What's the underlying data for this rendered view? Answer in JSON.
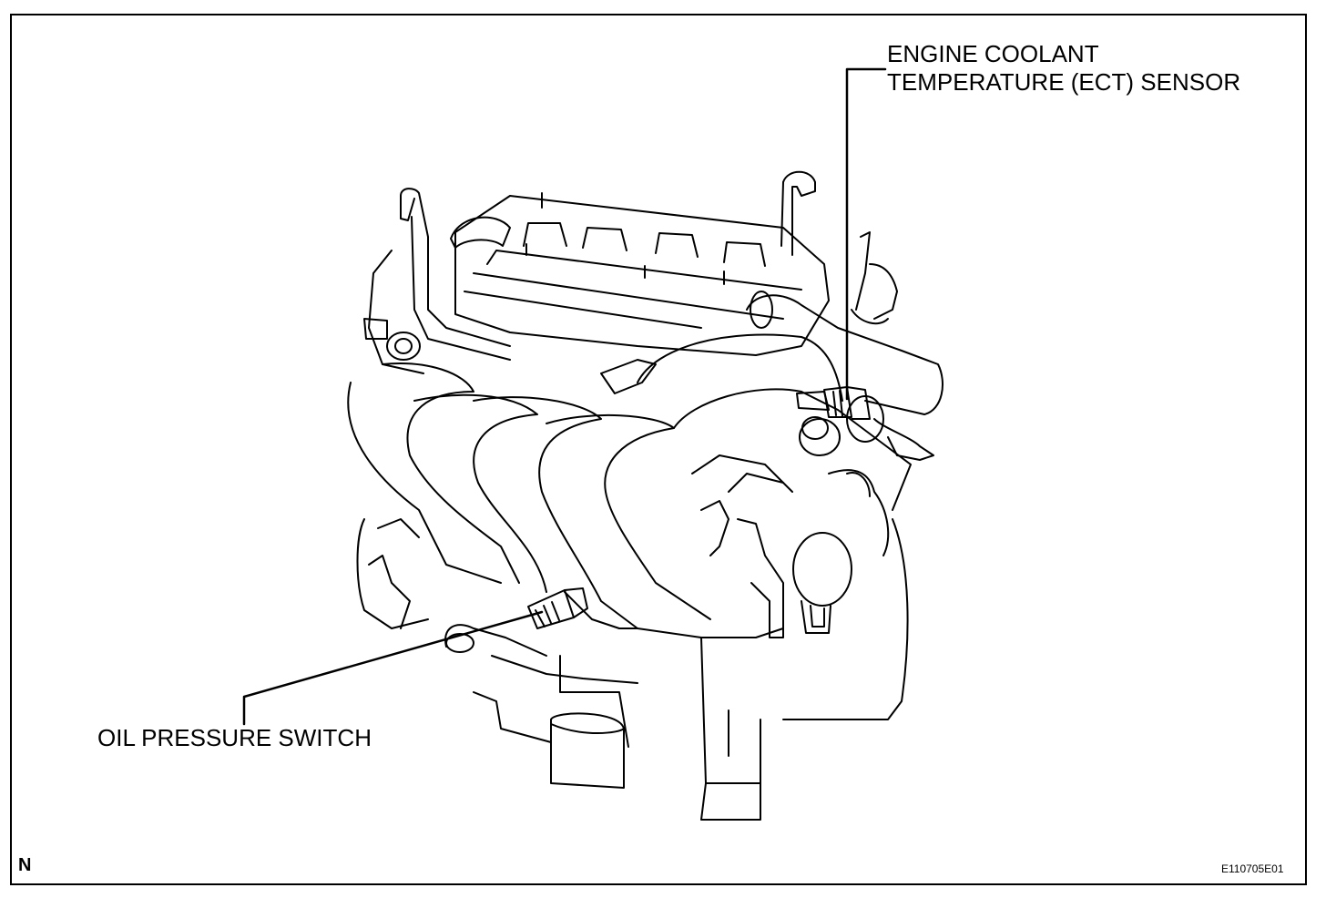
{
  "labels": {
    "ect_line1": "ENGINE COOLANT",
    "ect_line2": "TEMPERATURE (ECT) SENSOR",
    "oil_switch": "OIL PRESSURE SWITCH"
  },
  "corner_mark": "N",
  "figure_code": "E110705E01",
  "colors": {
    "ink": "#000000",
    "background": "#ffffff"
  }
}
